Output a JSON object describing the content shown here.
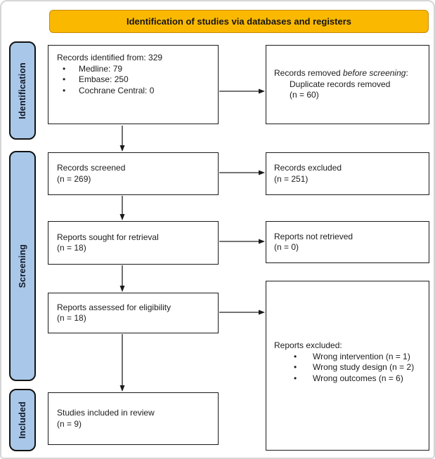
{
  "header": {
    "title": "Identification of studies via databases and registers"
  },
  "sidebar": {
    "identification": "Identification",
    "screening": "Screening",
    "included": "Included"
  },
  "boxes": {
    "records_identified": {
      "line1": "Records identified from: 329",
      "bullets": [
        "Medline: 79",
        "Embase: 250",
        "Cochrane Central: 0"
      ]
    },
    "records_removed": {
      "line1_prefix": "Records removed ",
      "line1_italic": "before screening",
      "line1_suffix": ":",
      "line2": "Duplicate records removed",
      "line3": "(n = 60)"
    },
    "records_screened": {
      "line1": "Records screened",
      "line2": "(n = 269)"
    },
    "records_excluded": {
      "line1": "Records excluded",
      "line2": "(n = 251)"
    },
    "reports_sought": {
      "line1": "Reports sought for retrieval",
      "line2": "(n = 18)"
    },
    "reports_not_retrieved": {
      "line1": "Reports not retrieved",
      "line2": "(n = 0)"
    },
    "reports_assessed": {
      "line1": "Reports assessed for eligibility",
      "line2": "(n = 18)"
    },
    "reports_excluded": {
      "line1": "Reports excluded:",
      "bullets": [
        "Wrong intervention (n = 1)",
        "Wrong study design (n = 2)",
        "Wrong outcomes (n = 6)"
      ]
    },
    "studies_included": {
      "line1": "Studies included in review",
      "line2": "(n = 9)"
    }
  },
  "bullet_glyph": "•",
  "colors": {
    "header_fill": "#FBB800",
    "header_border": "#C68A00",
    "sidebar_fill": "#A9C8E9",
    "box_border": "#1A1A1A",
    "arrow_color": "#222222",
    "frame_border": "#D6D6D6"
  }
}
